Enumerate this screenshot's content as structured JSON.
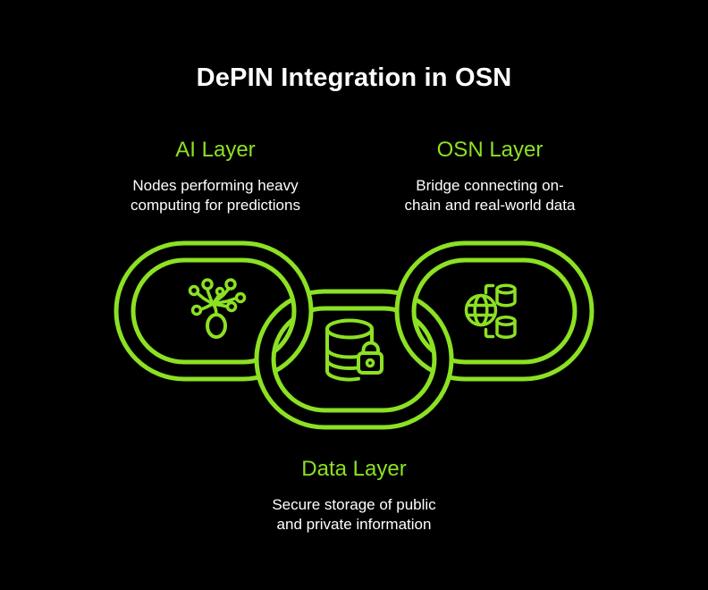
{
  "title": "DePIN Integration in OSN",
  "colors": {
    "background": "#000000",
    "accent_green": "#8CE123",
    "text": "#FFFFFF"
  },
  "layers": [
    {
      "label": "AI Layer",
      "description_lines": [
        "Nodes performing heavy",
        "computing for predictions"
      ],
      "icon": "neural-network-icon"
    },
    {
      "label": "OSN Layer",
      "description_lines": [
        "Bridge connecting on-",
        "chain and real-world data"
      ],
      "icon": "globe-data-sync-icon"
    },
    {
      "label": "Data Layer",
      "description_lines": [
        "Secure storage of public",
        "and private information"
      ],
      "icon": "database-lock-icon"
    }
  ],
  "graphic": {
    "description": "Three interlocked chain links",
    "links": [
      "ai",
      "data",
      "osn"
    ]
  }
}
